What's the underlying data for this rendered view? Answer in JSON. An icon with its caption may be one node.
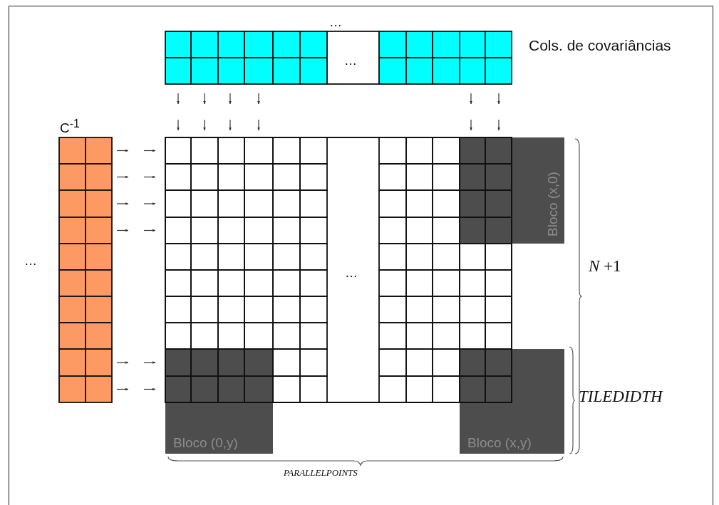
{
  "diagram": {
    "nodes": [
      {
        "text": [
          "Bloco (x,0)"
        ]
      },
      {
        "text": [
          "Bloco (0,y)"
        ]
      },
      {
        "text": [
          "Bloco (x,y)"
        ]
      }
    ],
    "labels": [
      "…",
      "Cols. de covariâncias",
      "…",
      "C$^{-1}$",
      "…",
      "…",
      "*N* +1",
      "TILEDIDTH",
      "PARALLELPOINTS"
    ]
  }
}
